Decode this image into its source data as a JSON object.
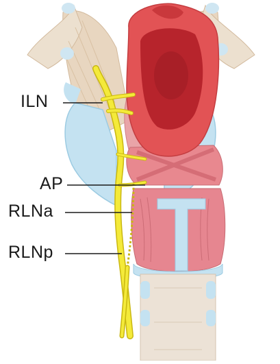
{
  "labels": {
    "iln": "ILN",
    "ap": "AP",
    "rlna": "RLNa",
    "rlnp": "RLNp"
  },
  "colors": {
    "background": "#ffffff",
    "cartilage_blue": "#bfe0ef",
    "cartilage_blue_dark": "#8cc3dc",
    "tan_membrane": "#e6d2bb",
    "muscle_pink": "#e8868f",
    "epiglottis_red": "#dc4a4e",
    "epiglottis_inner": "#b8262e",
    "nerve_yellow": "#f4ea3a",
    "trachea_beige": "#eadfd3",
    "leader_line": "#1a1a1a"
  },
  "icons": [
    "larynx-illustration",
    "nerve-branches",
    "leader-lines"
  ]
}
